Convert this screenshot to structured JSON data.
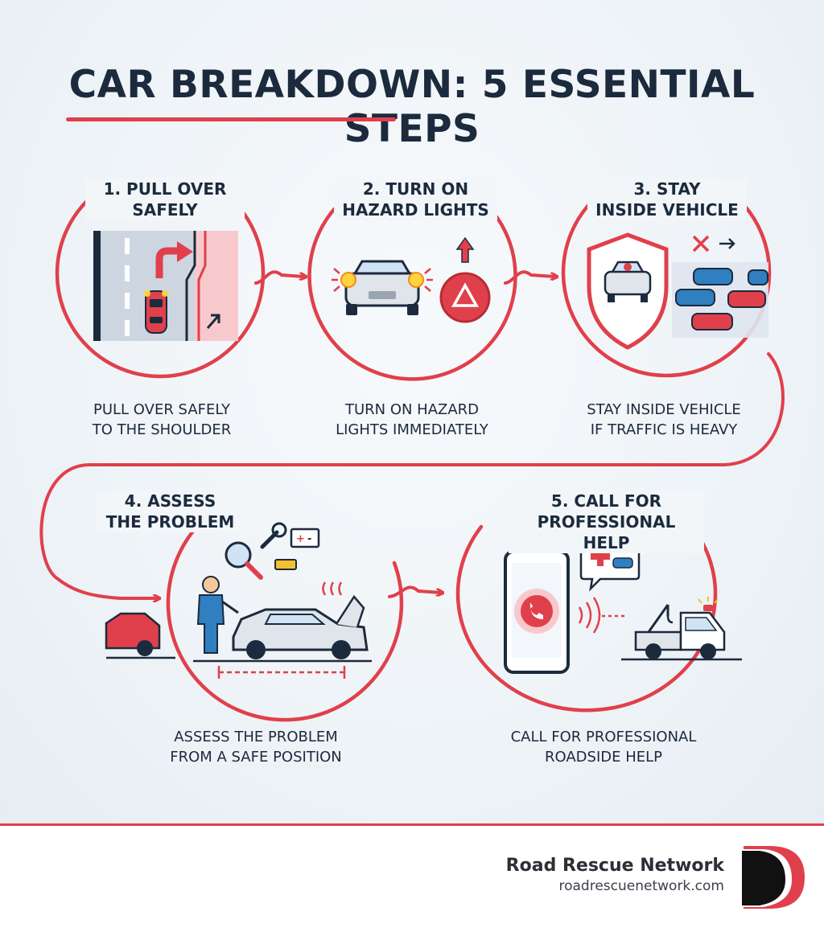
{
  "title": "CAR BREAKDOWN: 5 ESSENTIAL STEPS",
  "steps": [
    {
      "title": "1. PULL OVER\nSAFELY",
      "description": "PULL OVER SAFELY\nTO THE SHOULDER"
    },
    {
      "title": "2. TURN ON\nHAZARD LIGHTS",
      "description": "TURN ON HAZARD\nLIGHTS IMMEDIATELY"
    },
    {
      "title": "3. STAY\nINSIDE VEHICLE",
      "description": "STAY INSIDE VEHICLE\nIF TRAFFIC IS HEAVY"
    },
    {
      "title": "4. ASSESS\nTHE PROBLEM",
      "description": "ASSESS THE PROBLEM\nFROM A SAFE POSITION"
    },
    {
      "title": "5. CALL FOR\nPROFESSIONAL HELP",
      "description": "CALL FOR PROFESSIONAL\nROADSIDE HELP"
    }
  ],
  "footer": {
    "brand": "Road Rescue Network",
    "url": "roadrescuenetwork.com"
  },
  "colors": {
    "accent": "#e0404b",
    "text": "#1c2a3d",
    "icon_blue": "#2f7fc1"
  },
  "icons": [
    "road-shoulder-icon",
    "hazard-car-icon",
    "hazard-button-icon",
    "shield-car-icon",
    "traffic-icon",
    "mechanic-icon",
    "wrench-icon",
    "battery-icon",
    "magnifier-icon",
    "phone-call-icon",
    "tow-truck-icon"
  ]
}
